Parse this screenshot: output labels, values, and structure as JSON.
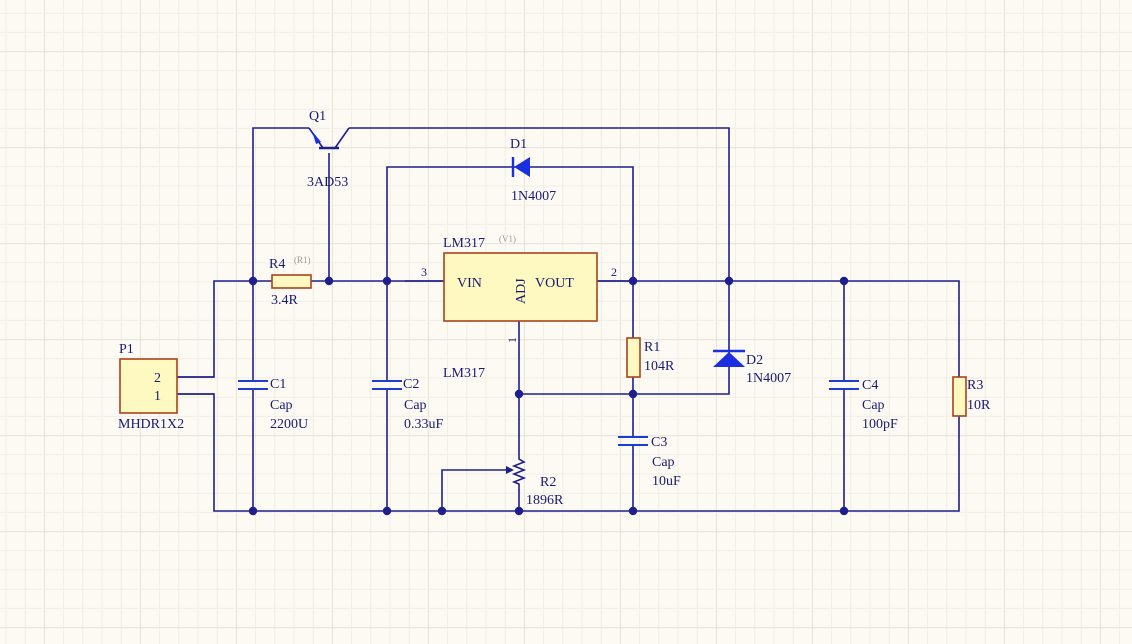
{
  "components": {
    "q1": {
      "designator": "Q1",
      "value": "3AD53"
    },
    "d1": {
      "designator": "D1",
      "value": "1N4007"
    },
    "d2": {
      "designator": "D2",
      "value": "1N4007"
    },
    "r4": {
      "designator": "R4",
      "hidden_ref": "(R1)",
      "value": "3.4R"
    },
    "u1": {
      "designator": "LM317",
      "hidden_ref": "(V1)",
      "comment": "LM317",
      "pin_vin": "VIN",
      "pin_adj": "ADJ",
      "pin_vout": "VOUT",
      "pin3": "3",
      "pin2": "2",
      "pin1": "1"
    },
    "p1": {
      "designator": "P1",
      "value": "MHDR1X2",
      "pin2": "2",
      "pin1": "1"
    },
    "c1": {
      "designator": "C1",
      "type": "Cap",
      "value": "2200U"
    },
    "c2": {
      "designator": "C2",
      "type": "Cap",
      "value": "0.33uF"
    },
    "c3": {
      "designator": "C3",
      "type": "Cap",
      "value": "10uF"
    },
    "c4": {
      "designator": "C4",
      "type": "Cap",
      "value": "100pF"
    },
    "r1": {
      "designator": "R1",
      "value": "104R"
    },
    "r2": {
      "designator": "R2",
      "value": "1896R"
    },
    "r3": {
      "designator": "R3",
      "value": "10R"
    }
  },
  "colors": {
    "wire": "#1e1e8c",
    "part_body_fill": "#fdf9c1",
    "part_body_stroke": "#a8431d",
    "diode": "#1b2fe0",
    "sheet_background": "#fcfaf3"
  }
}
